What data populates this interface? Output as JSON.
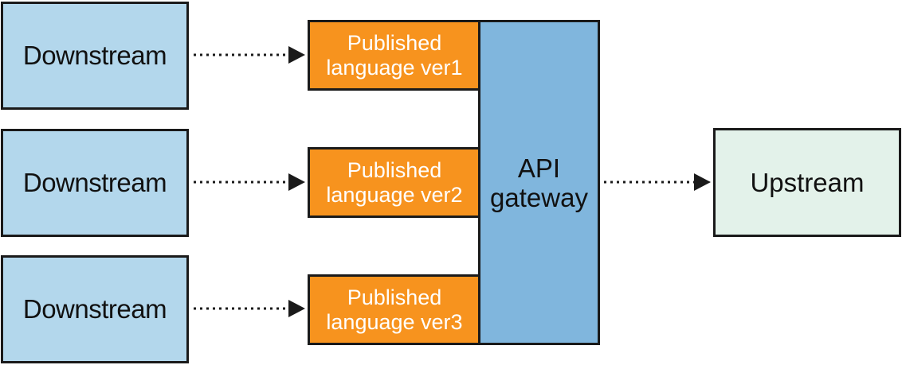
{
  "downstream_nodes": [
    {
      "label": "Downstream"
    },
    {
      "label": "Downstream"
    },
    {
      "label": "Downstream"
    }
  ],
  "published_languages": [
    {
      "line1": "Published",
      "line2": "language ver1"
    },
    {
      "line1": "Published",
      "line2": "language ver2"
    },
    {
      "line1": "Published",
      "line2": "language ver3"
    }
  ],
  "gateway": {
    "line1": "API",
    "line2": "gateway"
  },
  "upstream": {
    "label": "Upstream"
  },
  "colors": {
    "downstream_fill": "#b3d7ec",
    "published_fill": "#f7931e",
    "gateway_fill": "#80b6dd",
    "upstream_fill": "#e3f2ea",
    "border": "#1a1a1a"
  }
}
